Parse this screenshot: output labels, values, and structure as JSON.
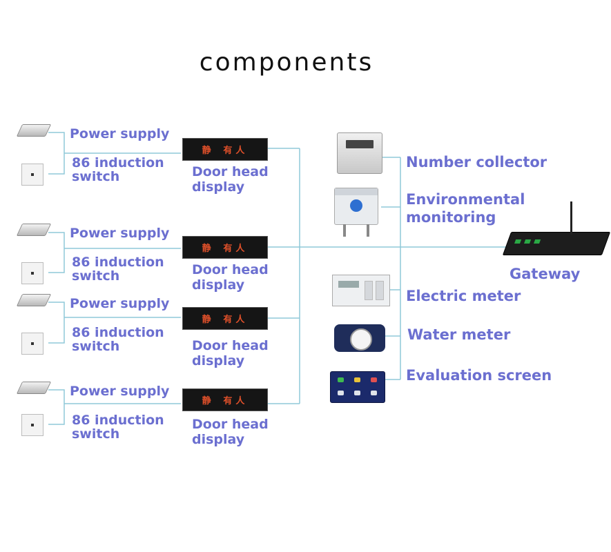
{
  "title": "components",
  "groups": [
    {
      "power_supply": "Power supply",
      "switch_line1": "86 induction",
      "switch_line2": "switch",
      "door_line1": "Door head",
      "door_line2": "display",
      "door_text": "静 有人"
    },
    {
      "power_supply": "Power supply",
      "switch_line1": "86 induction",
      "switch_line2": "switch",
      "door_line1": "Door head",
      "door_line2": "display",
      "door_text": "静 有人"
    },
    {
      "power_supply": "Power supply",
      "switch_line1": "86 induction",
      "switch_line2": "switch",
      "door_line1": "Door head",
      "door_line2": "display",
      "door_text": "静 有人"
    },
    {
      "power_supply": "Power supply",
      "switch_line1": "86 induction",
      "switch_line2": "switch",
      "door_line1": "Door head",
      "door_line2": "display",
      "door_text": "静 有人"
    }
  ],
  "devices": {
    "number_collector": "Number collector",
    "environmental_line1": "Environmental",
    "environmental_line2": "monitoring",
    "electric_meter": "Electric meter",
    "water_meter": "Water meter",
    "evaluation_screen": "Evaluation screen",
    "gateway": "Gateway"
  },
  "colors": {
    "label": "#6b6fd0",
    "connector": "#8fc8d8",
    "title": "#111111",
    "door_led": "#e0502a"
  }
}
